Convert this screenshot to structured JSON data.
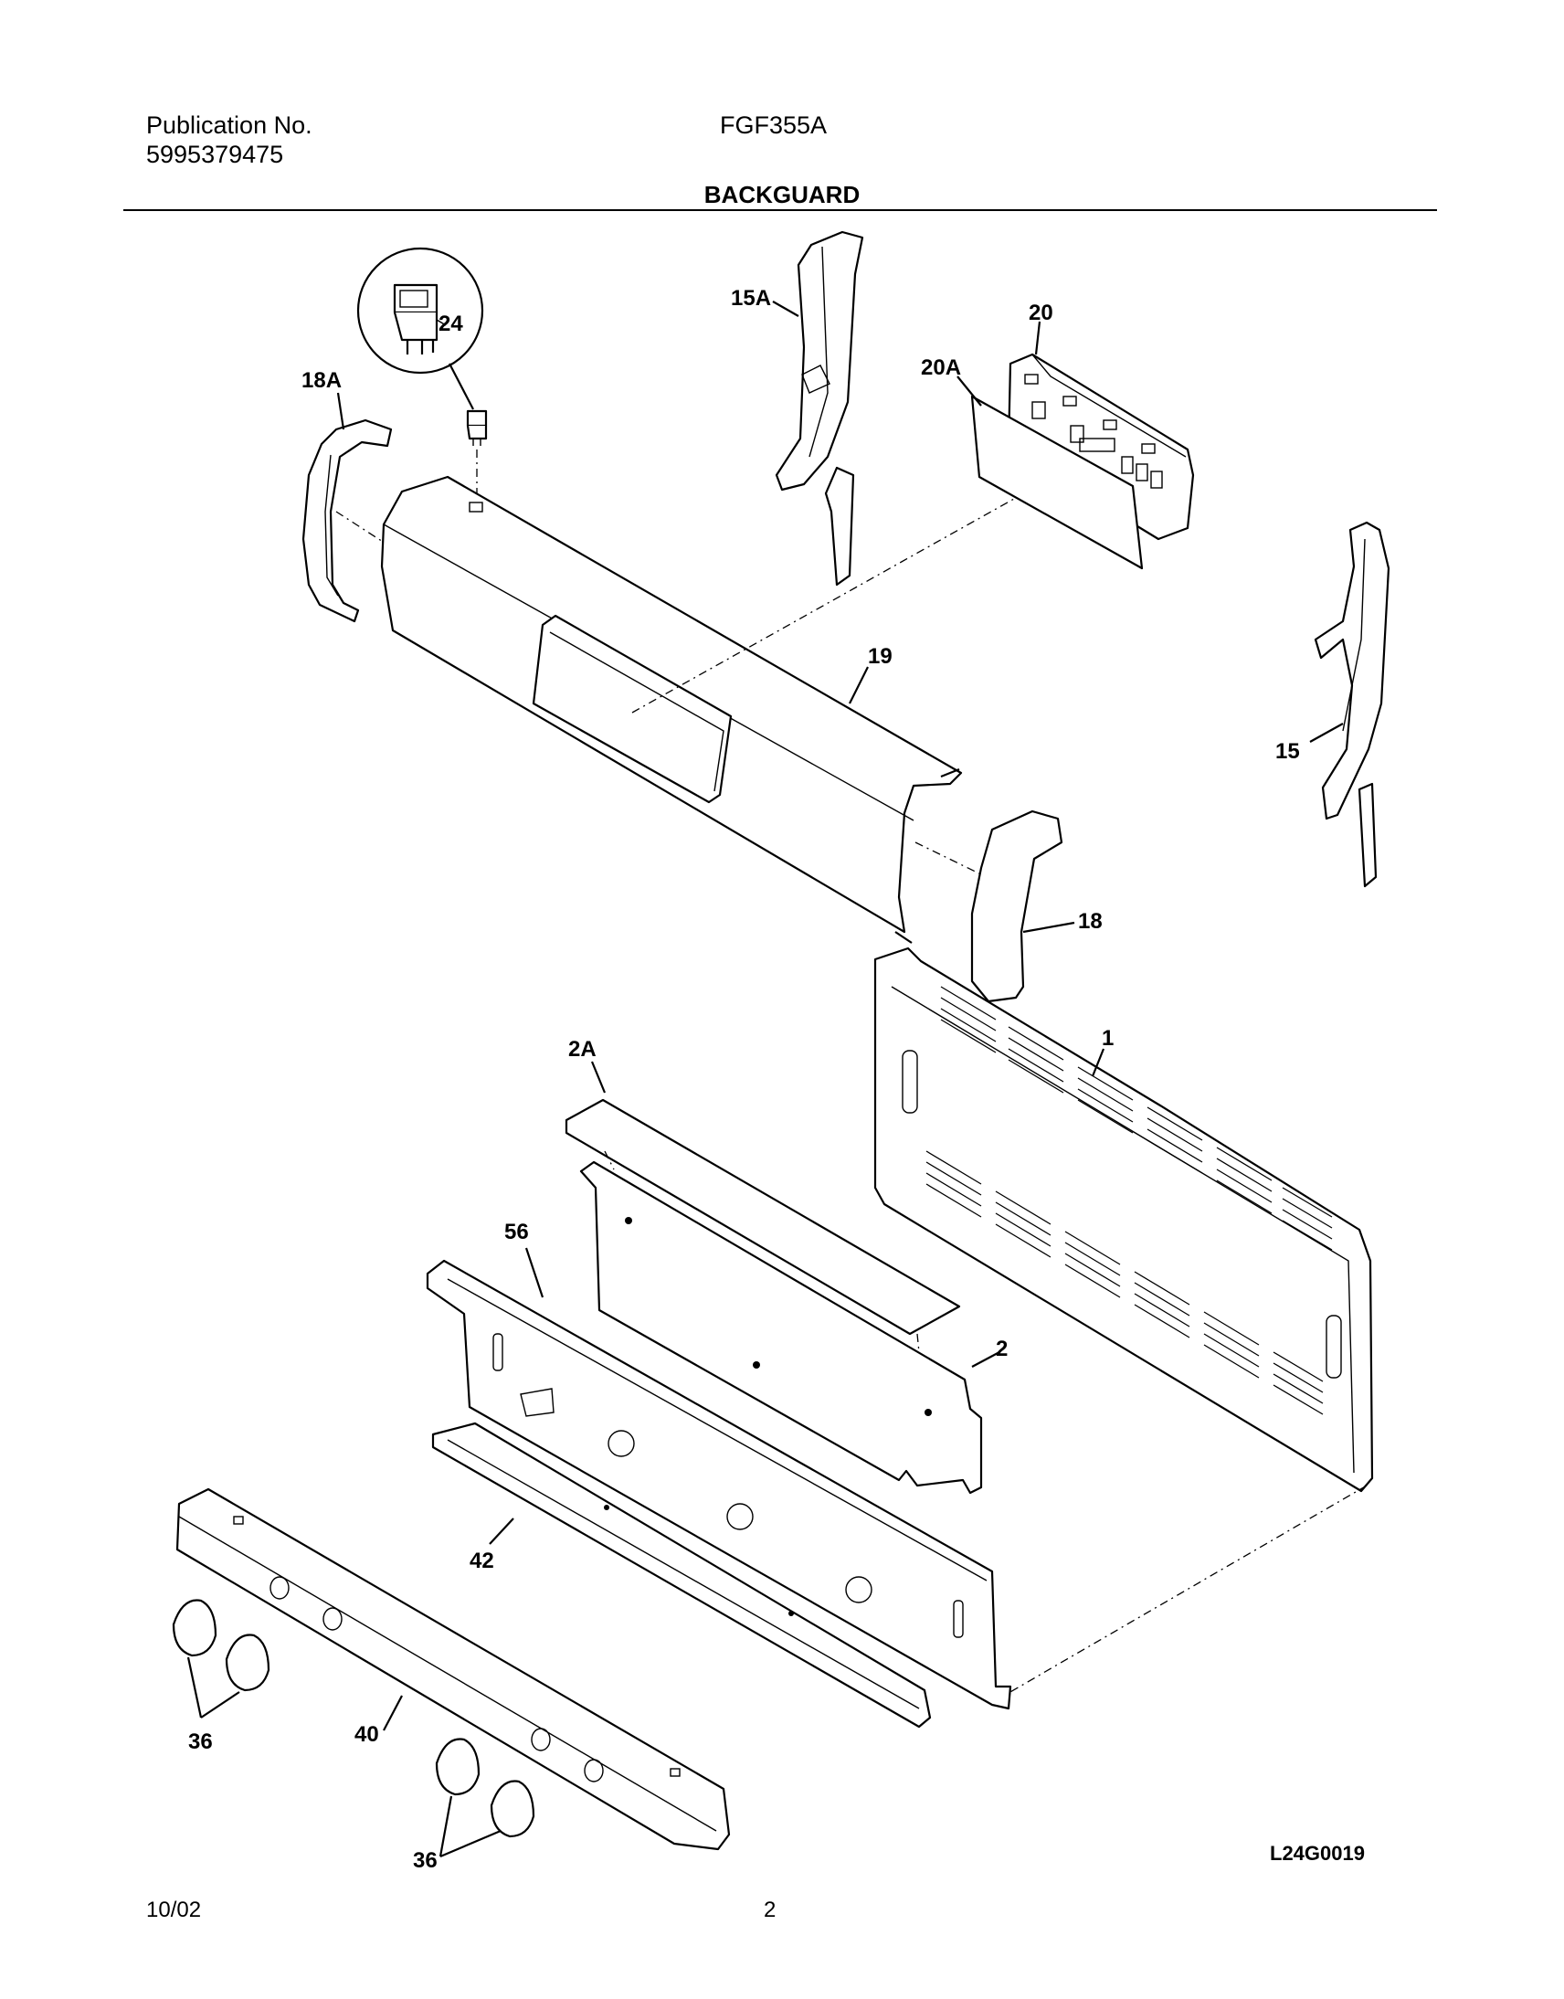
{
  "header": {
    "publication_label": "Publication No.",
    "publication_number": "5995379475",
    "model": "FGF355A",
    "section_title": "BACKGUARD"
  },
  "footer": {
    "date": "10/02",
    "page": "2",
    "drawing_id": "L24G0019"
  },
  "callouts": {
    "p1": "1",
    "p2": "2",
    "p2A": "2A",
    "p15": "15",
    "p15A": "15A",
    "p18": "18",
    "p18A": "18A",
    "p19": "19",
    "p20": "20",
    "p20A": "20A",
    "p24": "24",
    "p36a": "36",
    "p36b": "36",
    "p40": "40",
    "p42": "42",
    "p56": "56"
  }
}
